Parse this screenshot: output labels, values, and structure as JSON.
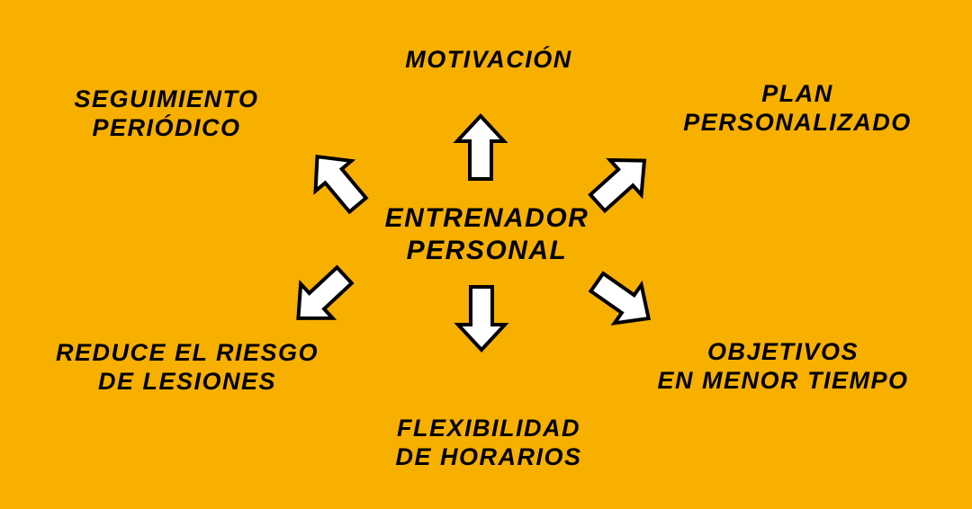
{
  "center": {
    "lines": [
      "ENTRENADOR",
      "PERSONAL"
    ]
  },
  "benefits": [
    {
      "id": "motivacion",
      "lines": [
        "MOTIVACIÓN"
      ]
    },
    {
      "id": "plan",
      "lines": [
        "PLAN",
        "PERSONALIZADO"
      ]
    },
    {
      "id": "objetivos",
      "lines": [
        "OBJETIVOS",
        "EN MENOR TIEMPO"
      ]
    },
    {
      "id": "flexibilidad",
      "lines": [
        "FLEXIBILIDAD",
        "DE HORARIOS"
      ]
    },
    {
      "id": "reduce",
      "lines": [
        "REDUCE EL RIESGO",
        "DE LESIONES"
      ]
    },
    {
      "id": "seguimiento",
      "lines": [
        "SEGUIMIENTO",
        "PERIÓDICO"
      ]
    }
  ],
  "colors": {
    "background": "#F7B000",
    "arrow_fill": "#FFFFFF",
    "arrow_stroke": "#000000",
    "text": "#000000"
  }
}
